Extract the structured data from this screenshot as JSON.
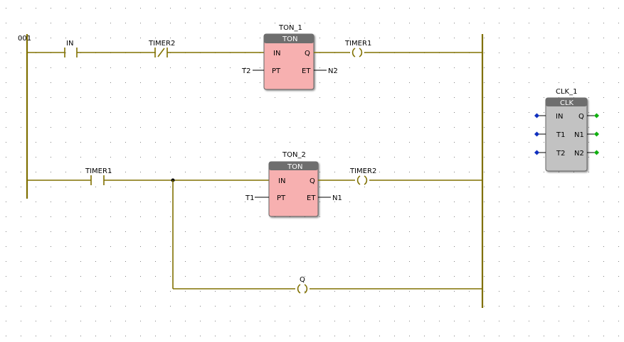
{
  "rung": {
    "label": "001"
  },
  "contacts": {
    "in": {
      "label": "IN"
    },
    "timer2": {
      "label": "TIMER2"
    },
    "timer1": {
      "label": "TIMER1"
    }
  },
  "coils": {
    "timer1": {
      "label": "TIMER1"
    },
    "timer2": {
      "label": "TIMER2"
    },
    "q": {
      "label": "Q"
    }
  },
  "blocks": {
    "ton1": {
      "instance": "TON_1",
      "type": "TON",
      "in_pins": [
        "IN",
        "PT"
      ],
      "out_pins": [
        "Q",
        "ET"
      ],
      "pt_input": "T2",
      "et_output": "N2",
      "color": "#f7b0b0"
    },
    "ton2": {
      "instance": "TON_2",
      "type": "TON",
      "in_pins": [
        "IN",
        "PT"
      ],
      "out_pins": [
        "Q",
        "ET"
      ],
      "pt_input": "T1",
      "et_output": "N1",
      "color": "#f7b0b0"
    },
    "clk1": {
      "instance": "CLK_1",
      "type": "CLK",
      "in_pins": [
        "IN",
        "T1",
        "T2"
      ],
      "out_pins": [
        "Q",
        "N1",
        "N2"
      ],
      "color": "#c2c2c2",
      "in_connector_color": "#1030c0",
      "out_connector_color": "#10b010"
    }
  },
  "colors": {
    "wire": "#807000",
    "block_header": "#6e6e6e",
    "grid_dot": "#808080"
  }
}
